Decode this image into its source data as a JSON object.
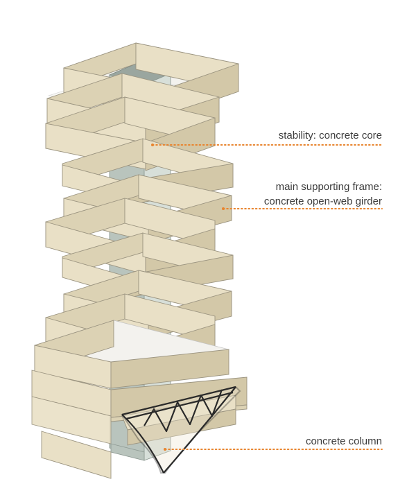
{
  "labels": {
    "core": "stability: concrete core",
    "frame_line1": "main supporting frame:",
    "frame_line2": "concrete open-web girder",
    "column": "concrete column"
  },
  "colors": {
    "leader": "#e8842e",
    "slab": "#e9e0c6",
    "core": "#b9c4bd",
    "girder": "#2a2a2a"
  }
}
